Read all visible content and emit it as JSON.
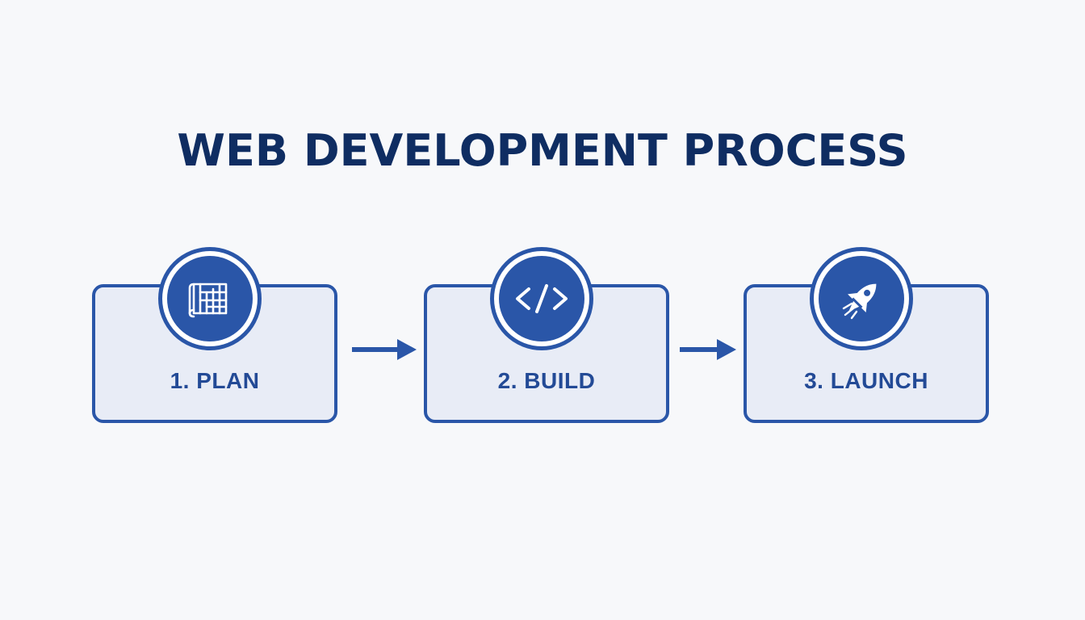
{
  "title": "WEB DEVELOPMENT PROCESS",
  "colors": {
    "background": "#f7f8fa",
    "title": "#0f2d62",
    "accent": "#2a56a8",
    "card_fill": "#e8ecf6",
    "label": "#234a96"
  },
  "steps": [
    {
      "label": "1. PLAN",
      "icon": "blueprint-icon"
    },
    {
      "label": "2. BUILD",
      "icon": "code-icon"
    },
    {
      "label": "3. LAUNCH",
      "icon": "rocket-icon"
    }
  ],
  "connectors": [
    "arrow-right-icon",
    "arrow-right-icon"
  ]
}
